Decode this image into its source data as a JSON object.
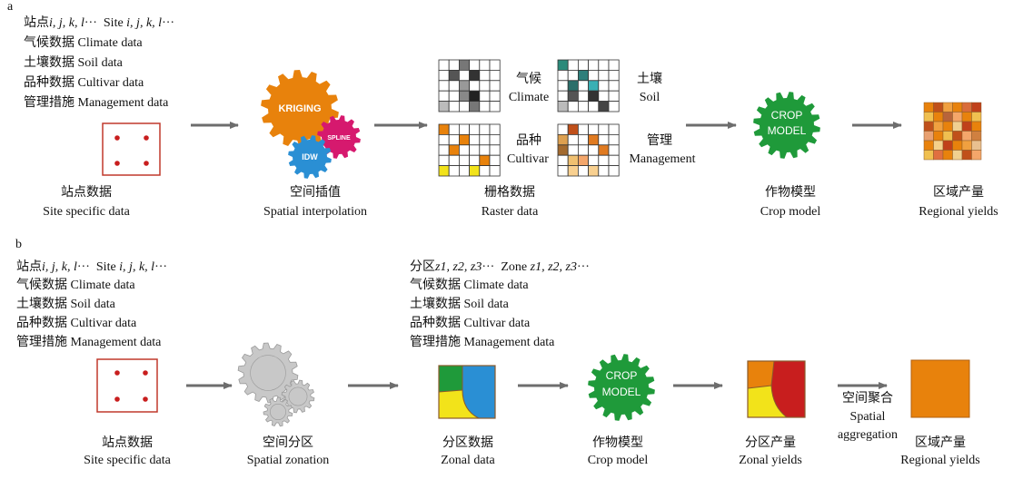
{
  "panel_a": {
    "label": "a",
    "inputs": {
      "sites_line_prefix_cn": "站点",
      "sites_line_vars": "i, j, k, l",
      "sites_line_dots": "···",
      "sites_line_en_prefix": "Site ",
      "sites_line_en_vars": "i, j, k, l",
      "sites_line_en_dots": "···",
      "climate": "气候数据 Climate data",
      "soil": "土壤数据 Soil data",
      "cultivar": "品种数据 Cultivar data",
      "management": "管理措施 Management data"
    },
    "steps": {
      "site_cn": "站点数据",
      "site_en": "Site specific data",
      "interp_cn": "空间插值",
      "interp_en": "Spatial interpolation",
      "raster_cn": "栅格数据",
      "raster_en": "Raster data",
      "model_cn": "作物模型",
      "model_en": "Crop model",
      "yields_cn": "区域产量",
      "yields_en": "Regional yields"
    },
    "gears": {
      "kriging": "KRIGING",
      "spline": "SPLINE",
      "idw": "IDW"
    },
    "raster_labels": {
      "climate_cn": "气候",
      "climate_en": "Climate",
      "soil_cn": "土壤",
      "soil_en": "Soil",
      "cultivar_cn": "品种",
      "cultivar_en": "Cultivar",
      "management_cn": "管理",
      "management_en": "Management"
    },
    "model_gear": {
      "line1": "CROP",
      "line2": "MODEL"
    }
  },
  "panel_b": {
    "label": "b",
    "inputs": {
      "sites_line_prefix_cn": "站点",
      "sites_line_vars": "i, j, k, l",
      "sites_line_dots": "···",
      "sites_line_en_prefix": "Site ",
      "sites_line_en_vars": "i, j, k, l",
      "sites_line_en_dots": "···",
      "climate": "气候数据 Climate data",
      "soil": "土壤数据 Soil data",
      "cultivar": "品种数据 Cultivar data",
      "management": "管理措施 Management data"
    },
    "zone_inputs": {
      "zone_prefix_cn": "分区",
      "zone_vars": "z1, z2, z3",
      "zone_dots": "···",
      "zone_en_prefix": "Zone ",
      "zone_en_vars": "z1, z2, z3",
      "zone_en_dots": "···",
      "climate": "气候数据 Climate data",
      "soil": "土壤数据 Soil data",
      "cultivar": "品种数据 Cultivar data",
      "management": "管理措施 Management data"
    },
    "steps": {
      "site_cn": "站点数据",
      "site_en": "Site specific data",
      "zonation_cn": "空间分区",
      "zonation_en": "Spatial zonation",
      "zonal_cn": "分区数据",
      "zonal_en": "Zonal data",
      "model_cn": "作物模型",
      "model_en": "Crop model",
      "zonal_yields_cn": "分区产量",
      "zonal_yields_en": "Zonal yields",
      "agg_cn": "空间聚合",
      "agg_en1": "Spatial",
      "agg_en2": "aggregation",
      "yields_cn": "区域产量",
      "yields_en": "Regional yields"
    },
    "model_gear": {
      "line1": "CROP",
      "line2": "MODEL"
    }
  },
  "colors": {
    "kriging": "#e8820c",
    "spline": "#d6196e",
    "idw": "#2a8fd4",
    "crop_model": "#1f9a3a",
    "site_box": "#c0392b",
    "arrow": "#6d6d6d",
    "gray_gear": "#c8c8c8",
    "zone_green": "#1f9a3a",
    "zone_blue": "#2a8fd4",
    "zone_yellow": "#f2e31a",
    "yield_orange": "#e8820c",
    "yield_red": "#c81e1e"
  }
}
